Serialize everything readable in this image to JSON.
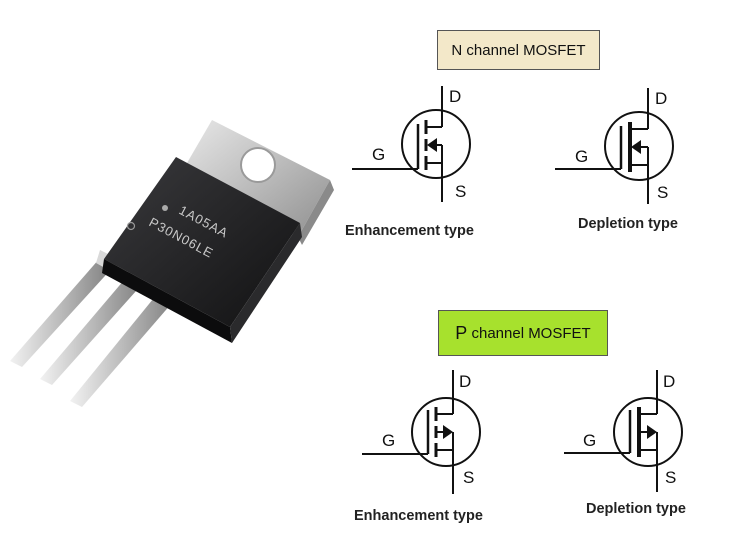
{
  "n_channel": {
    "header_label": "N channel MOSFET",
    "enhancement": {
      "caption": "Enhancement type",
      "d": "D",
      "g": "G",
      "s": "S"
    },
    "depletion": {
      "caption": "Depletion type",
      "d": "D",
      "g": "G",
      "s": "S"
    }
  },
  "p_channel": {
    "header_first": "P",
    "header_rest": " channel MOSFET",
    "enhancement": {
      "caption": "Enhancement type",
      "d": "D",
      "g": "G",
      "s": "S"
    },
    "depletion": {
      "caption": "Depletion type",
      "d": "D",
      "g": "G",
      "s": "S"
    }
  },
  "photo": {
    "marking_line1": "1A05AA",
    "marking_line2": "P30N06LE"
  },
  "colors": {
    "n_header_bg": "#f3e8c9",
    "p_header_bg": "#a7e12d",
    "package_body": "#1e1e20",
    "tab_metal": "#cfcfcf",
    "lead_metal": "#c8c8c8"
  }
}
